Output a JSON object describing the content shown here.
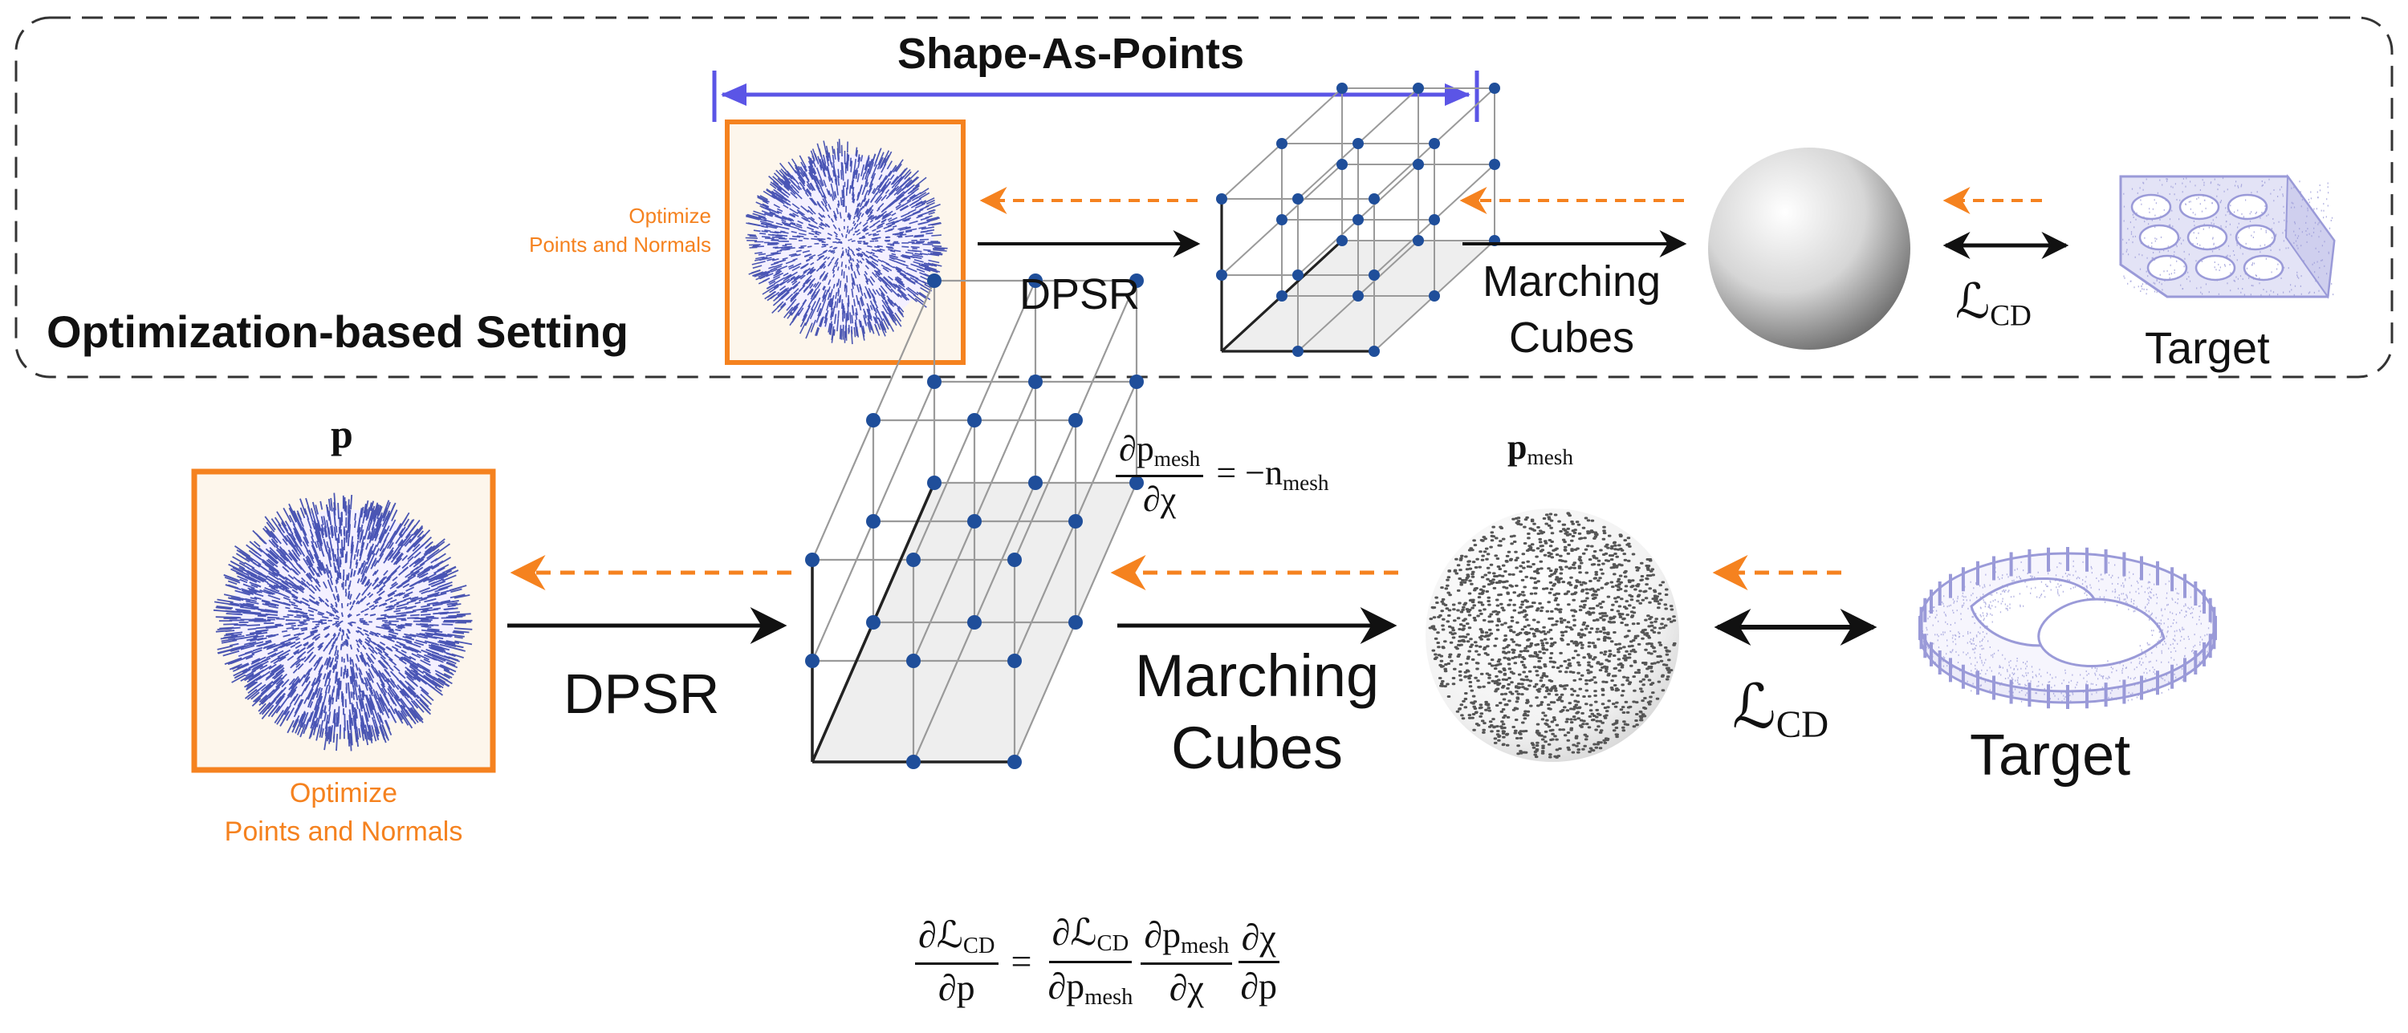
{
  "top_panel": {
    "setting_title": "Optimization-based Setting",
    "bracket_title": "Shape-As-Points",
    "optimize_line1": "Optimize",
    "optimize_line2": "Points and Normals",
    "dpsr": "DPSR",
    "marching_line1": "Marching",
    "marching_line2": "Cubes",
    "loss_symbol": "ℒ",
    "loss_sub": "CD",
    "target": "Target"
  },
  "bottom_panel": {
    "points_label": "p",
    "mesh_points_label": "p",
    "mesh_points_sub": "mesh",
    "optimize_line1": "Optimize",
    "optimize_line2": "Points and Normals",
    "dpsr": "DPSR",
    "marching_line1": "Marching",
    "marching_line2": "Cubes",
    "loss_symbol": "ℒ",
    "loss_sub": "CD",
    "target": "Target",
    "deriv_num": "∂p",
    "deriv_num_sub": "mesh",
    "deriv_den": "∂χ",
    "deriv_rhs": "= −n",
    "deriv_rhs_sub": "mesh"
  },
  "chain_rule": {
    "lhs_num": "∂ℒ",
    "lhs_num_sub": "CD",
    "lhs_den": "∂p",
    "equals": "=",
    "t1_num": "∂ℒ",
    "t1_num_sub": "CD",
    "t1_den": "∂p",
    "t1_den_sub": "mesh",
    "t2_num": "∂p",
    "t2_num_sub": "mesh",
    "t2_den": "∂χ",
    "t3_num": "∂χ",
    "t3_den": "∂p"
  },
  "colors": {
    "orange": "#f5821f",
    "bracket_blue": "#5b55e6",
    "point_blue": "#2b3aa8",
    "node_blue": "#1f4e9a",
    "grid_gray": "#9a9a9a",
    "target_purple": "#9a9ad8",
    "dash_border": "#333333"
  }
}
